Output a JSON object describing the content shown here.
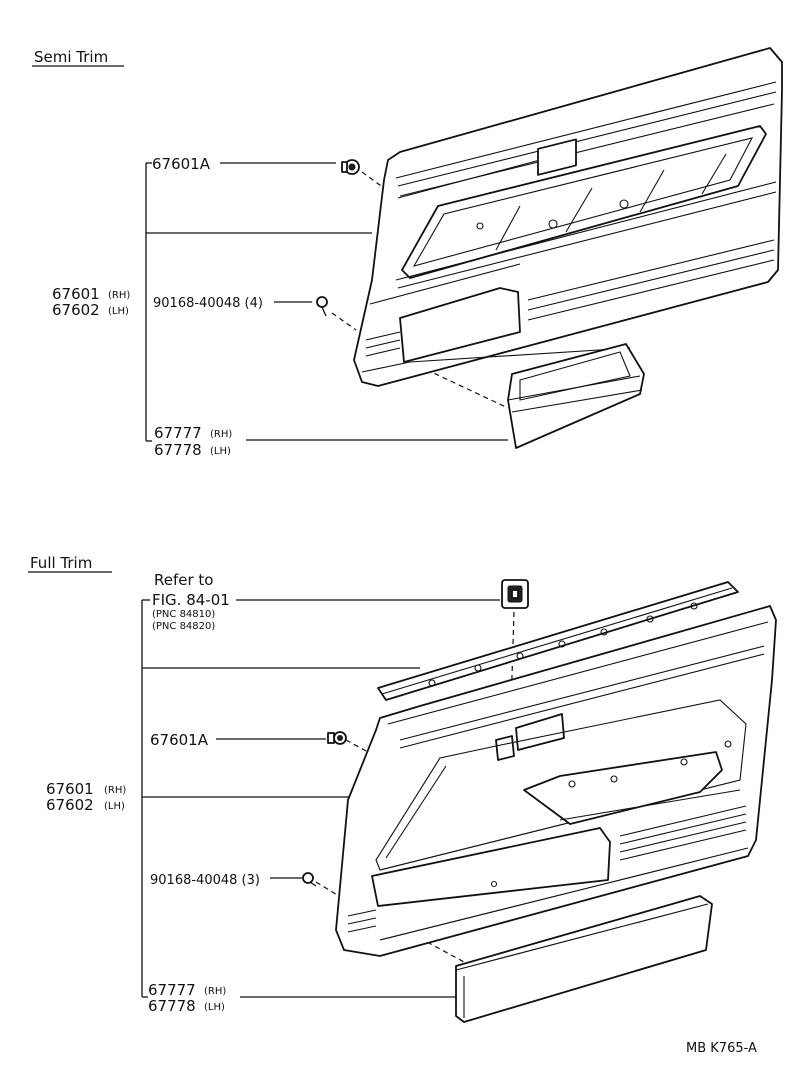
{
  "sections": {
    "semi": {
      "title": "Semi Trim",
      "labels": {
        "clip": "67601A",
        "board_rh": "67601",
        "board_rh_side": "(RH)",
        "board_lh": "67602",
        "board_lh_side": "(LH)",
        "screw": "90168-40048 (4)",
        "pocket_rh": "67777",
        "pocket_rh_side": "(RH)",
        "pocket_lh": "67778",
        "pocket_lh_side": "(LH)"
      }
    },
    "full": {
      "title": "Full Trim",
      "labels": {
        "refer_to": "Refer to",
        "fig_ref": "FIG. 84-01",
        "pnc_1": "(PNC 84810)",
        "pnc_2": "(PNC 84820)",
        "clip": "67601A",
        "board_rh": "67601",
        "board_rh_side": "(RH)",
        "board_lh": "67602",
        "board_lh_side": "(LH)",
        "screw": "90168-40048 (3)",
        "pocket_rh": "67777",
        "pocket_rh_side": "(RH)",
        "pocket_lh": "67778",
        "pocket_lh_side": "(LH)"
      }
    }
  },
  "footer": {
    "code": "MB  K765-A"
  },
  "colors": {
    "ink": "#111111",
    "paper": "#ffffff"
  },
  "icons": [
    "clip-icon",
    "screw-icon",
    "switch-icon"
  ]
}
